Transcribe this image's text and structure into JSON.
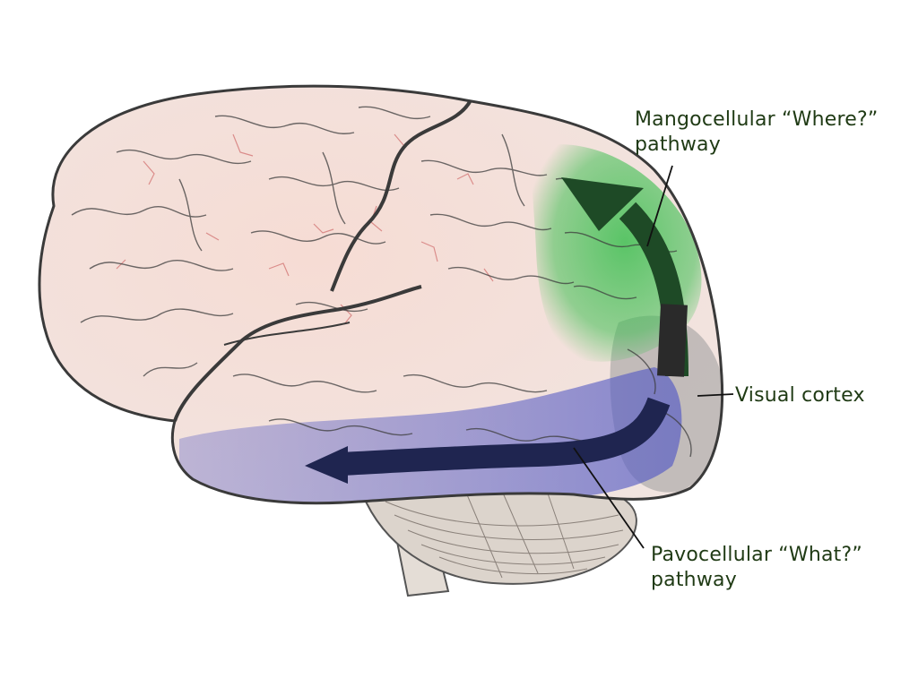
{
  "colors": {
    "label_text": "#1f3a14",
    "where_region": "#3fbf52",
    "where_arrow": "#1e4a26",
    "what_region": "#5a5fc4",
    "what_arrow": "#1f2550",
    "visual_cortex": "#9a9a9a",
    "visual_arrow": "#2a2a2a",
    "brain_tint": "#f0d0c8",
    "outline": "#3a3a3a",
    "cerebellum": "#ddd6cf"
  },
  "labels": {
    "where_line1": "Mangocellular “Where?”",
    "where_line2": "pathway",
    "visual": "Visual cortex",
    "what_line1": "Pavocellular “What?”",
    "what_line2": "pathway"
  },
  "icons": {
    "brain": "brain-illustration",
    "where_arrow": "curved-arrow-up-icon",
    "what_arrow": "arrow-left-icon"
  }
}
